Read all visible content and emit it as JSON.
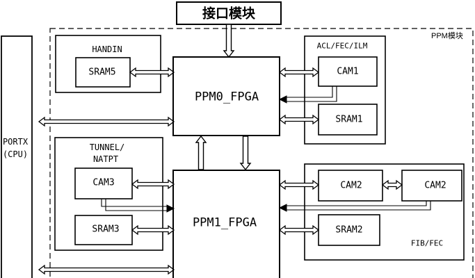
{
  "diagram": {
    "top_box": "接口模块",
    "ppm_module_label": "PPM模块",
    "portx": {
      "line1": "PORTX",
      "line2": "(CPU)"
    },
    "handin": {
      "label": "HANDIN",
      "sram": "SRAM5"
    },
    "ppm0": "PPM0_FPGA",
    "ppm1": "PPM1_FPGA",
    "acl": {
      "label": "ACL/FEC/ILM",
      "cam": "CAM1",
      "sram": "SRAM1"
    },
    "tunnel": {
      "line1": "TUNNEL/",
      "line2": "NATPT",
      "cam": "CAM3",
      "sram": "SRAM3"
    },
    "fib": {
      "label": "FIB/FEC",
      "cam_a": "CAM2",
      "cam_b": "CAM2",
      "sram": "SRAM2"
    }
  }
}
